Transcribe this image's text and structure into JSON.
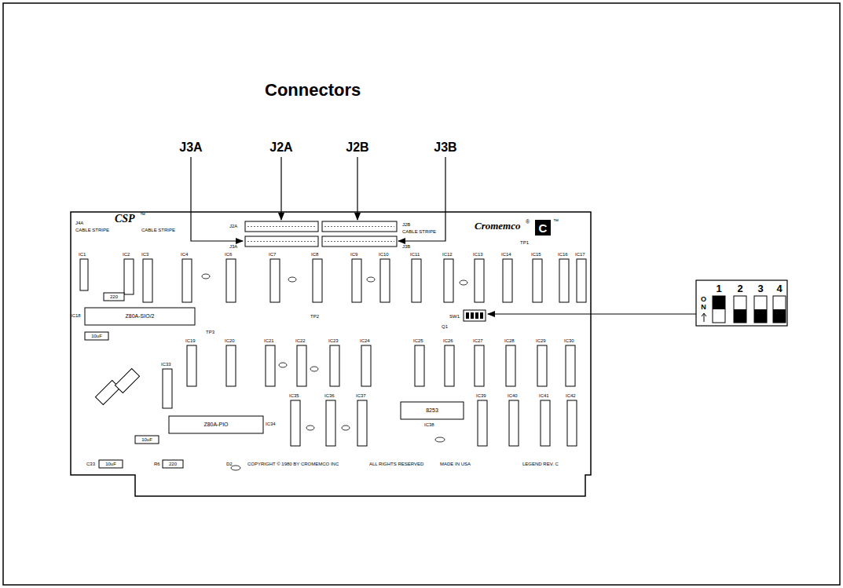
{
  "diagram": {
    "title": "Connectors",
    "labels": [
      "J3A",
      "J2A",
      "J2B",
      "J3B",
      "CSP",
      "™",
      "Cromemco",
      "®",
      "C",
      "™",
      "J4A",
      "CABLE STRIPE",
      "CABLE STRIPE",
      "J2A",
      "J3A",
      "J2B",
      "CABLE STRIPE",
      "J3B",
      "TP1",
      "TP2",
      "TP3",
      "Q1",
      "SW1",
      "Z80A-SIO/2",
      "IC18",
      "220",
      "10uF",
      "IC33",
      "10uF",
      "Z80A-PIO",
      "IC34",
      "8253",
      "IC38",
      "C33",
      "10uF",
      "R6",
      "220",
      "D2",
      "COPYRIGHT © 1980 BY CROMEMCO INC",
      "ALL RIGHTS RESERVED",
      "MADE IN USA",
      "LEGEND REV. C",
      "IC1",
      "IC2",
      "IC3",
      "IC4",
      "IC6",
      "IC7",
      "IC8",
      "IC9",
      "IC10",
      "IC11",
      "IC12",
      "IC13",
      "IC14",
      "IC15",
      "IC16",
      "IC17",
      "IC19",
      "IC20",
      "IC21",
      "IC22",
      "IC23",
      "IC24",
      "IC25",
      "IC26",
      "IC27",
      "IC28",
      "IC29",
      "IC30",
      "IC35",
      "IC36",
      "IC37",
      "IC39",
      "IC40",
      "IC41",
      "IC42",
      "1",
      "2",
      "3",
      "4",
      "ON"
    ]
  }
}
